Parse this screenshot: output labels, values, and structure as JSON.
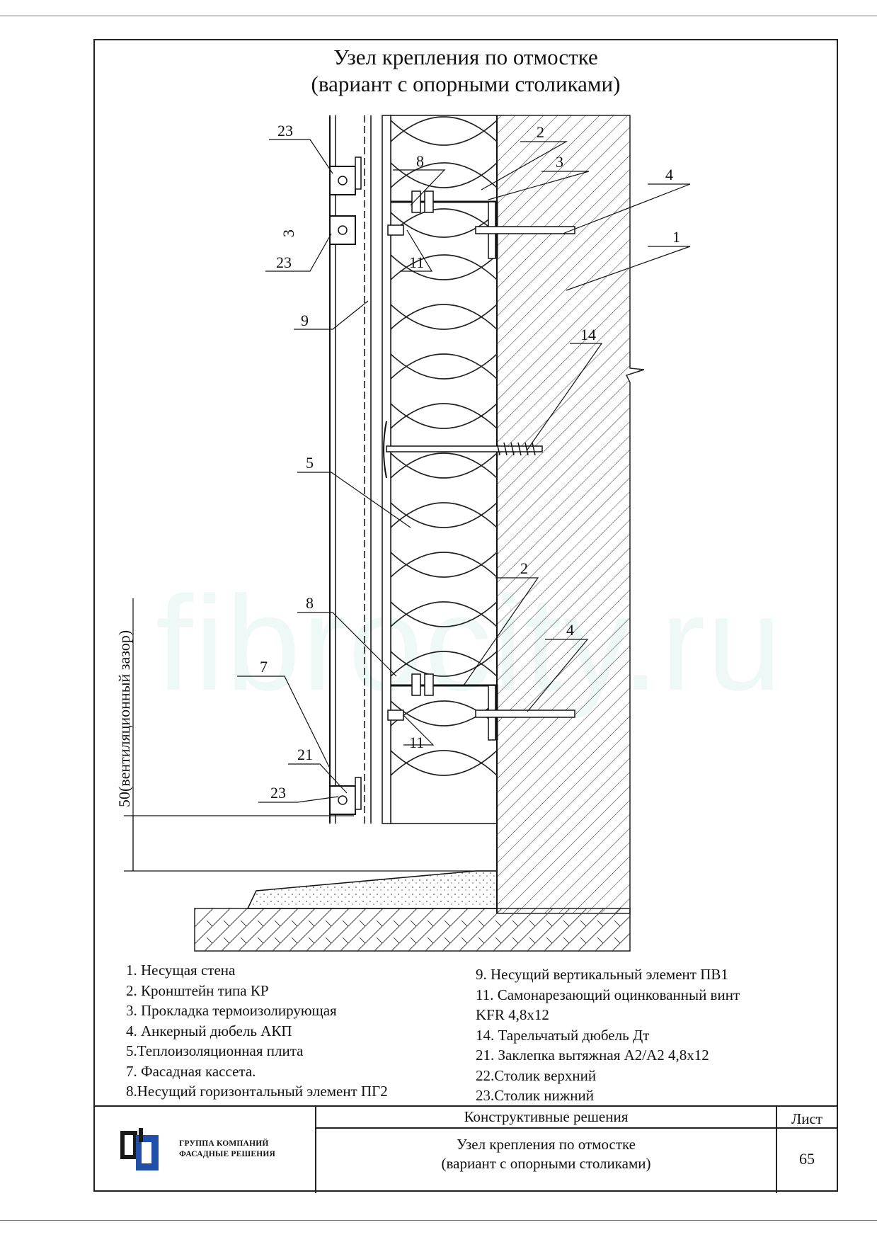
{
  "title": {
    "line1": "Узел крепления по отмостке",
    "line2": "(вариант с опорными столиками)"
  },
  "watermark": "fibrocity.ru",
  "callouts": {
    "c23_top": "23",
    "c3_dim": "3",
    "c23_mid": "23",
    "c9": "9",
    "c8_top": "8",
    "c2_top": "2",
    "c3_top": "3",
    "c4_top": "4",
    "c1": "1",
    "c11_top": "11",
    "c14": "14",
    "c5": "5",
    "c2_low": "2",
    "c4_low": "4",
    "c8_low": "8",
    "c7": "7",
    "c11_low": "11",
    "c21": "21",
    "c23_low": "23",
    "vent_dim": "50(вентиляционный зазор)"
  },
  "legend_left": [
    "1. Несущая стена",
    "2. Кронштейн типа КР",
    "3. Прокладка термоизолирующая",
    "4. Анкерный дюбель АКП",
    "5.Теплоизоляционная плита",
    "7. Фасадная кассета.",
    "8.Несущий горизонтальный элемент ПГ2"
  ],
  "legend_right": [
    "9. Несущий вертикальный элемент ПВ1",
    "11. Самонарезающий оцинкованный винт",
    "KFR 4,8х12",
    "14. Тарельчатый дюбель Дт",
    "21. Заклепка вытяжная А2/А2 4,8х12",
    "22.Столик верхний",
    "23.Столик нижний"
  ],
  "stamp": {
    "section": "Конструктивные решения",
    "sheet_label": "Лист",
    "title_line1": "Узел крепления по отмостке",
    "title_line2": "(вариант с опорными столиками)",
    "sheet_number": "65",
    "company_line1": "ГРУППА КОМПАНИЙ",
    "company_line2": "ФАСАДНЫЕ РЕШЕНИЯ"
  },
  "colors": {
    "line": "#111111",
    "logo_dark": "#1a1a1a",
    "logo_blue": "#1f4fa8",
    "watermark": "#eef8f6"
  }
}
